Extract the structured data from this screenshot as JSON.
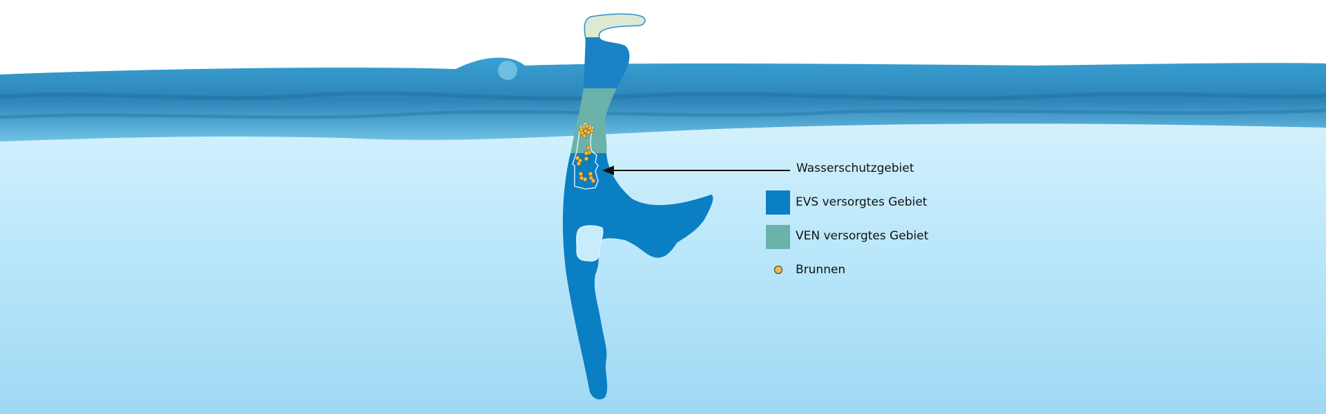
{
  "colors": {
    "evs": "#0a7fc4",
    "ven": "#6ab2aa",
    "hook": "#dde9d3",
    "well": "#f5b942",
    "water_top": "#2f8fc4",
    "water_light": "#c5ecfb"
  },
  "annotation": {
    "protection_zone": "Wasserschutzgebiet"
  },
  "legend": [
    {
      "label": "EVS versorgtes Gebiet",
      "color": "#0a7fc4"
    },
    {
      "label": "VEN versorgtes Gebiet",
      "color": "#6ab2aa"
    },
    {
      "label": "Brunnen",
      "color": "#f5b942"
    }
  ]
}
